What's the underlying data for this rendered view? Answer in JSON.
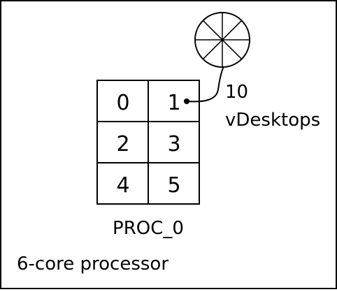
{
  "diagram": {
    "processor_label": "6-core processor",
    "proc_name": "PROC_0",
    "cores": [
      "0",
      "1",
      "2",
      "3",
      "4",
      "5"
    ],
    "vdesktop_count": "10",
    "vdesktop_label": "vDesktops",
    "highlighted_core": "1",
    "pie_slices": 8
  },
  "colors": {
    "line": "#000000",
    "background": "#ffffff"
  }
}
